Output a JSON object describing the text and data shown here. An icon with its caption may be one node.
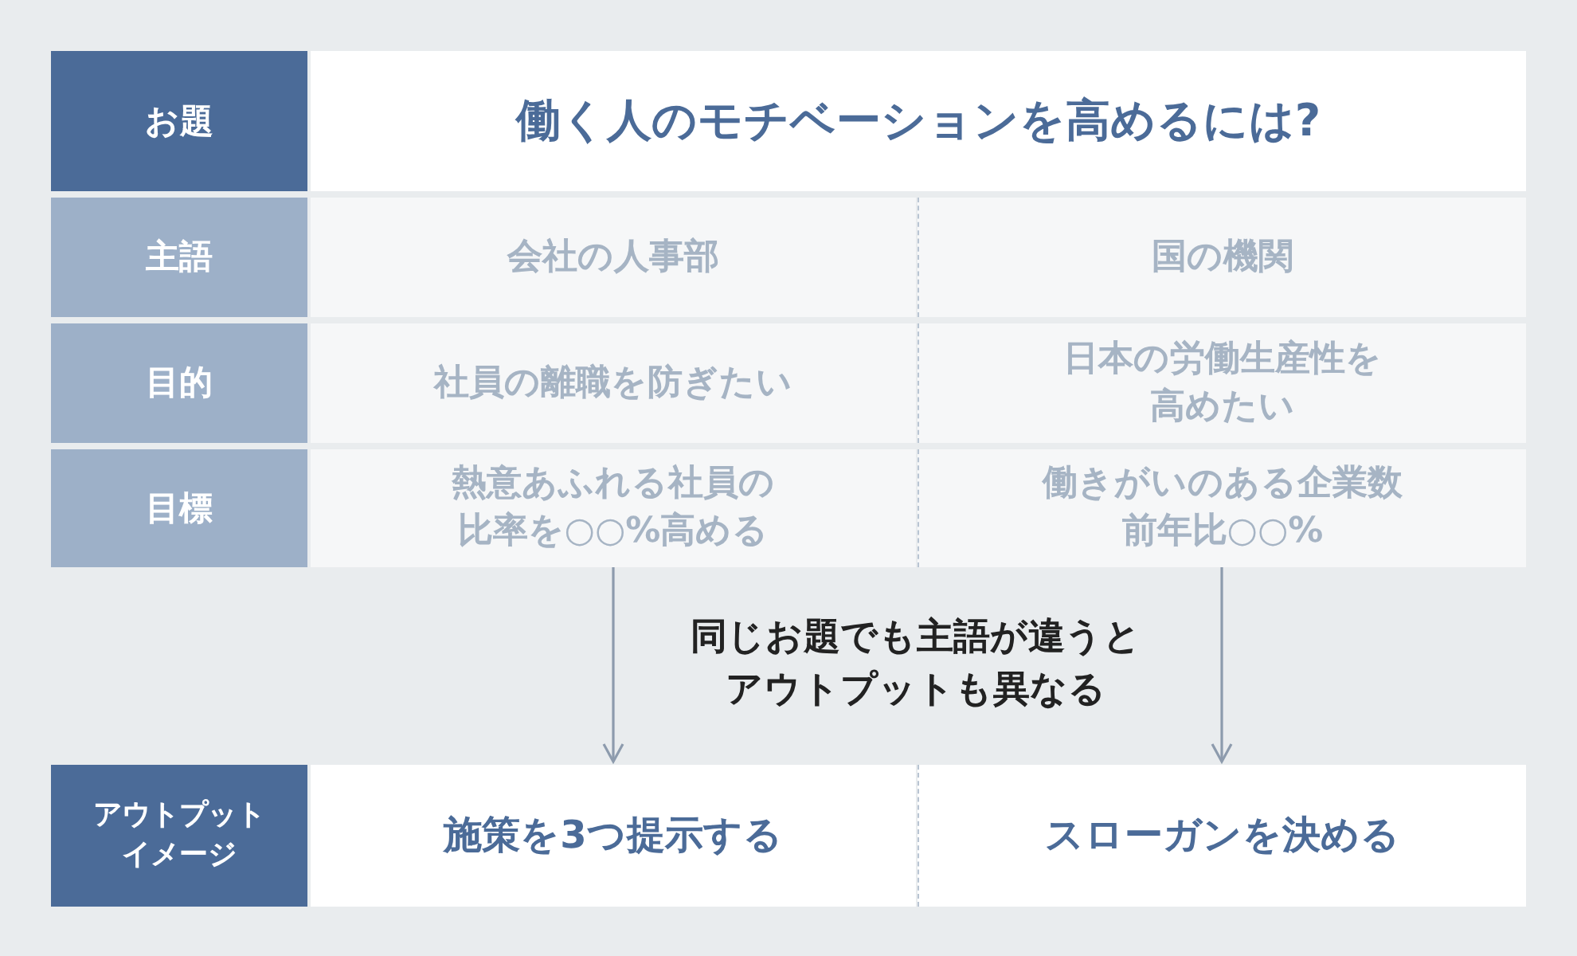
{
  "diagram": {
    "nodes": [
      {
        "text": [
          "お題"
        ]
      },
      {
        "text": [
          "働く人のモチベーションを高めるには?"
        ]
      },
      {
        "text": [
          "主語"
        ]
      },
      {
        "text": [
          "会社の人事部"
        ]
      },
      {
        "text": [
          "国の機関"
        ]
      },
      {
        "text": [
          "目的"
        ]
      },
      {
        "text": [
          "社員の離職を防ぎたい"
        ]
      },
      {
        "text": [
          "日本の労働生産性を高めたい"
        ]
      },
      {
        "text": [
          "目標"
        ]
      },
      {
        "text": [
          "熱意あふれる社員の比率を○○%高める"
        ]
      },
      {
        "text": [
          "働きがいのある企業数前年比○○%"
        ]
      },
      {
        "text": [
          "アウトプットイメージ"
        ]
      },
      {
        "text": [
          "施策を3つ提示する"
        ]
      },
      {
        "text": [
          "スローガンを決める"
        ]
      }
    ],
    "edges": [
      {
        "from": 9,
        "to": 12,
        "arrow": "to"
      },
      {
        "from": 10,
        "to": 13,
        "arrow": "to"
      }
    ],
    "labels": [
      "同じお題でも主語が違うとアウトプットも異なる"
    ]
  }
}
